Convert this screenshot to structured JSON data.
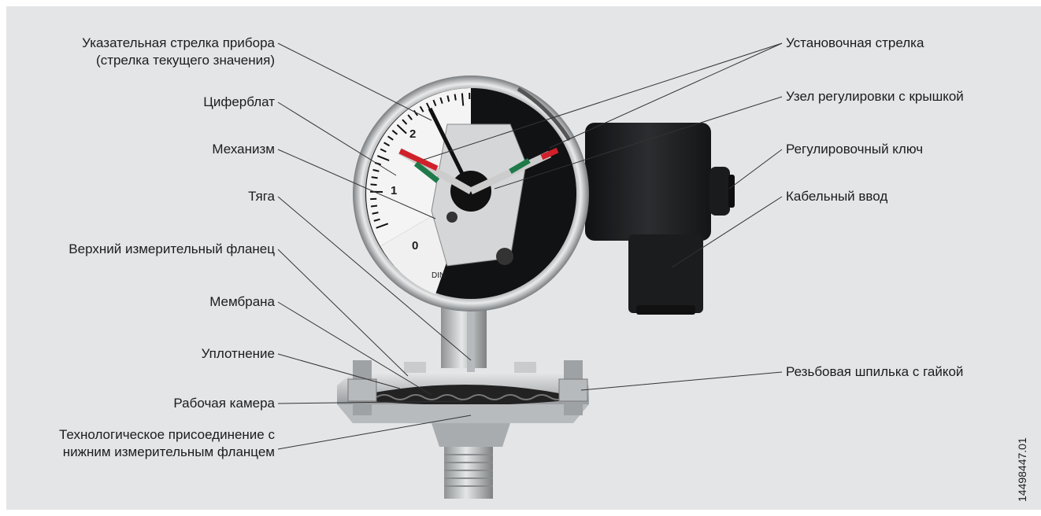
{
  "colors": {
    "background": "#e3e5e6",
    "steel": "#c4c6c8",
    "housing": "#1e1f21",
    "alarm_red": "#d0202a",
    "alarm_green": "#1f7a4a"
  },
  "dial": {
    "scale_labels": [
      "0",
      "1",
      "2"
    ],
    "din_mark": "DIN"
  },
  "labels_left": {
    "pointer_line1": "Указательная стрелка прибора",
    "pointer_line2": "(стрелка текущего значения)",
    "dial": "Циферблат",
    "movement": "Механизм",
    "rod": "Тяга",
    "upper_flange": "Верхний измерительный фланец",
    "diaphragm": "Мембрана",
    "seal": "Уплотнение",
    "chamber": "Рабочая камера",
    "connection_line1": "Технологическое присоединение с",
    "connection_line2": "нижним измерительным фланцем"
  },
  "labels_right": {
    "set_pointer": "Установочная стрелка",
    "adjustment": "Узел регулировки с крышкой",
    "key": "Регулировочный ключ",
    "cable": "Кабельный ввод",
    "stud": "Резьбовая шпилька с гайкой"
  },
  "image_code": "14498447.01"
}
